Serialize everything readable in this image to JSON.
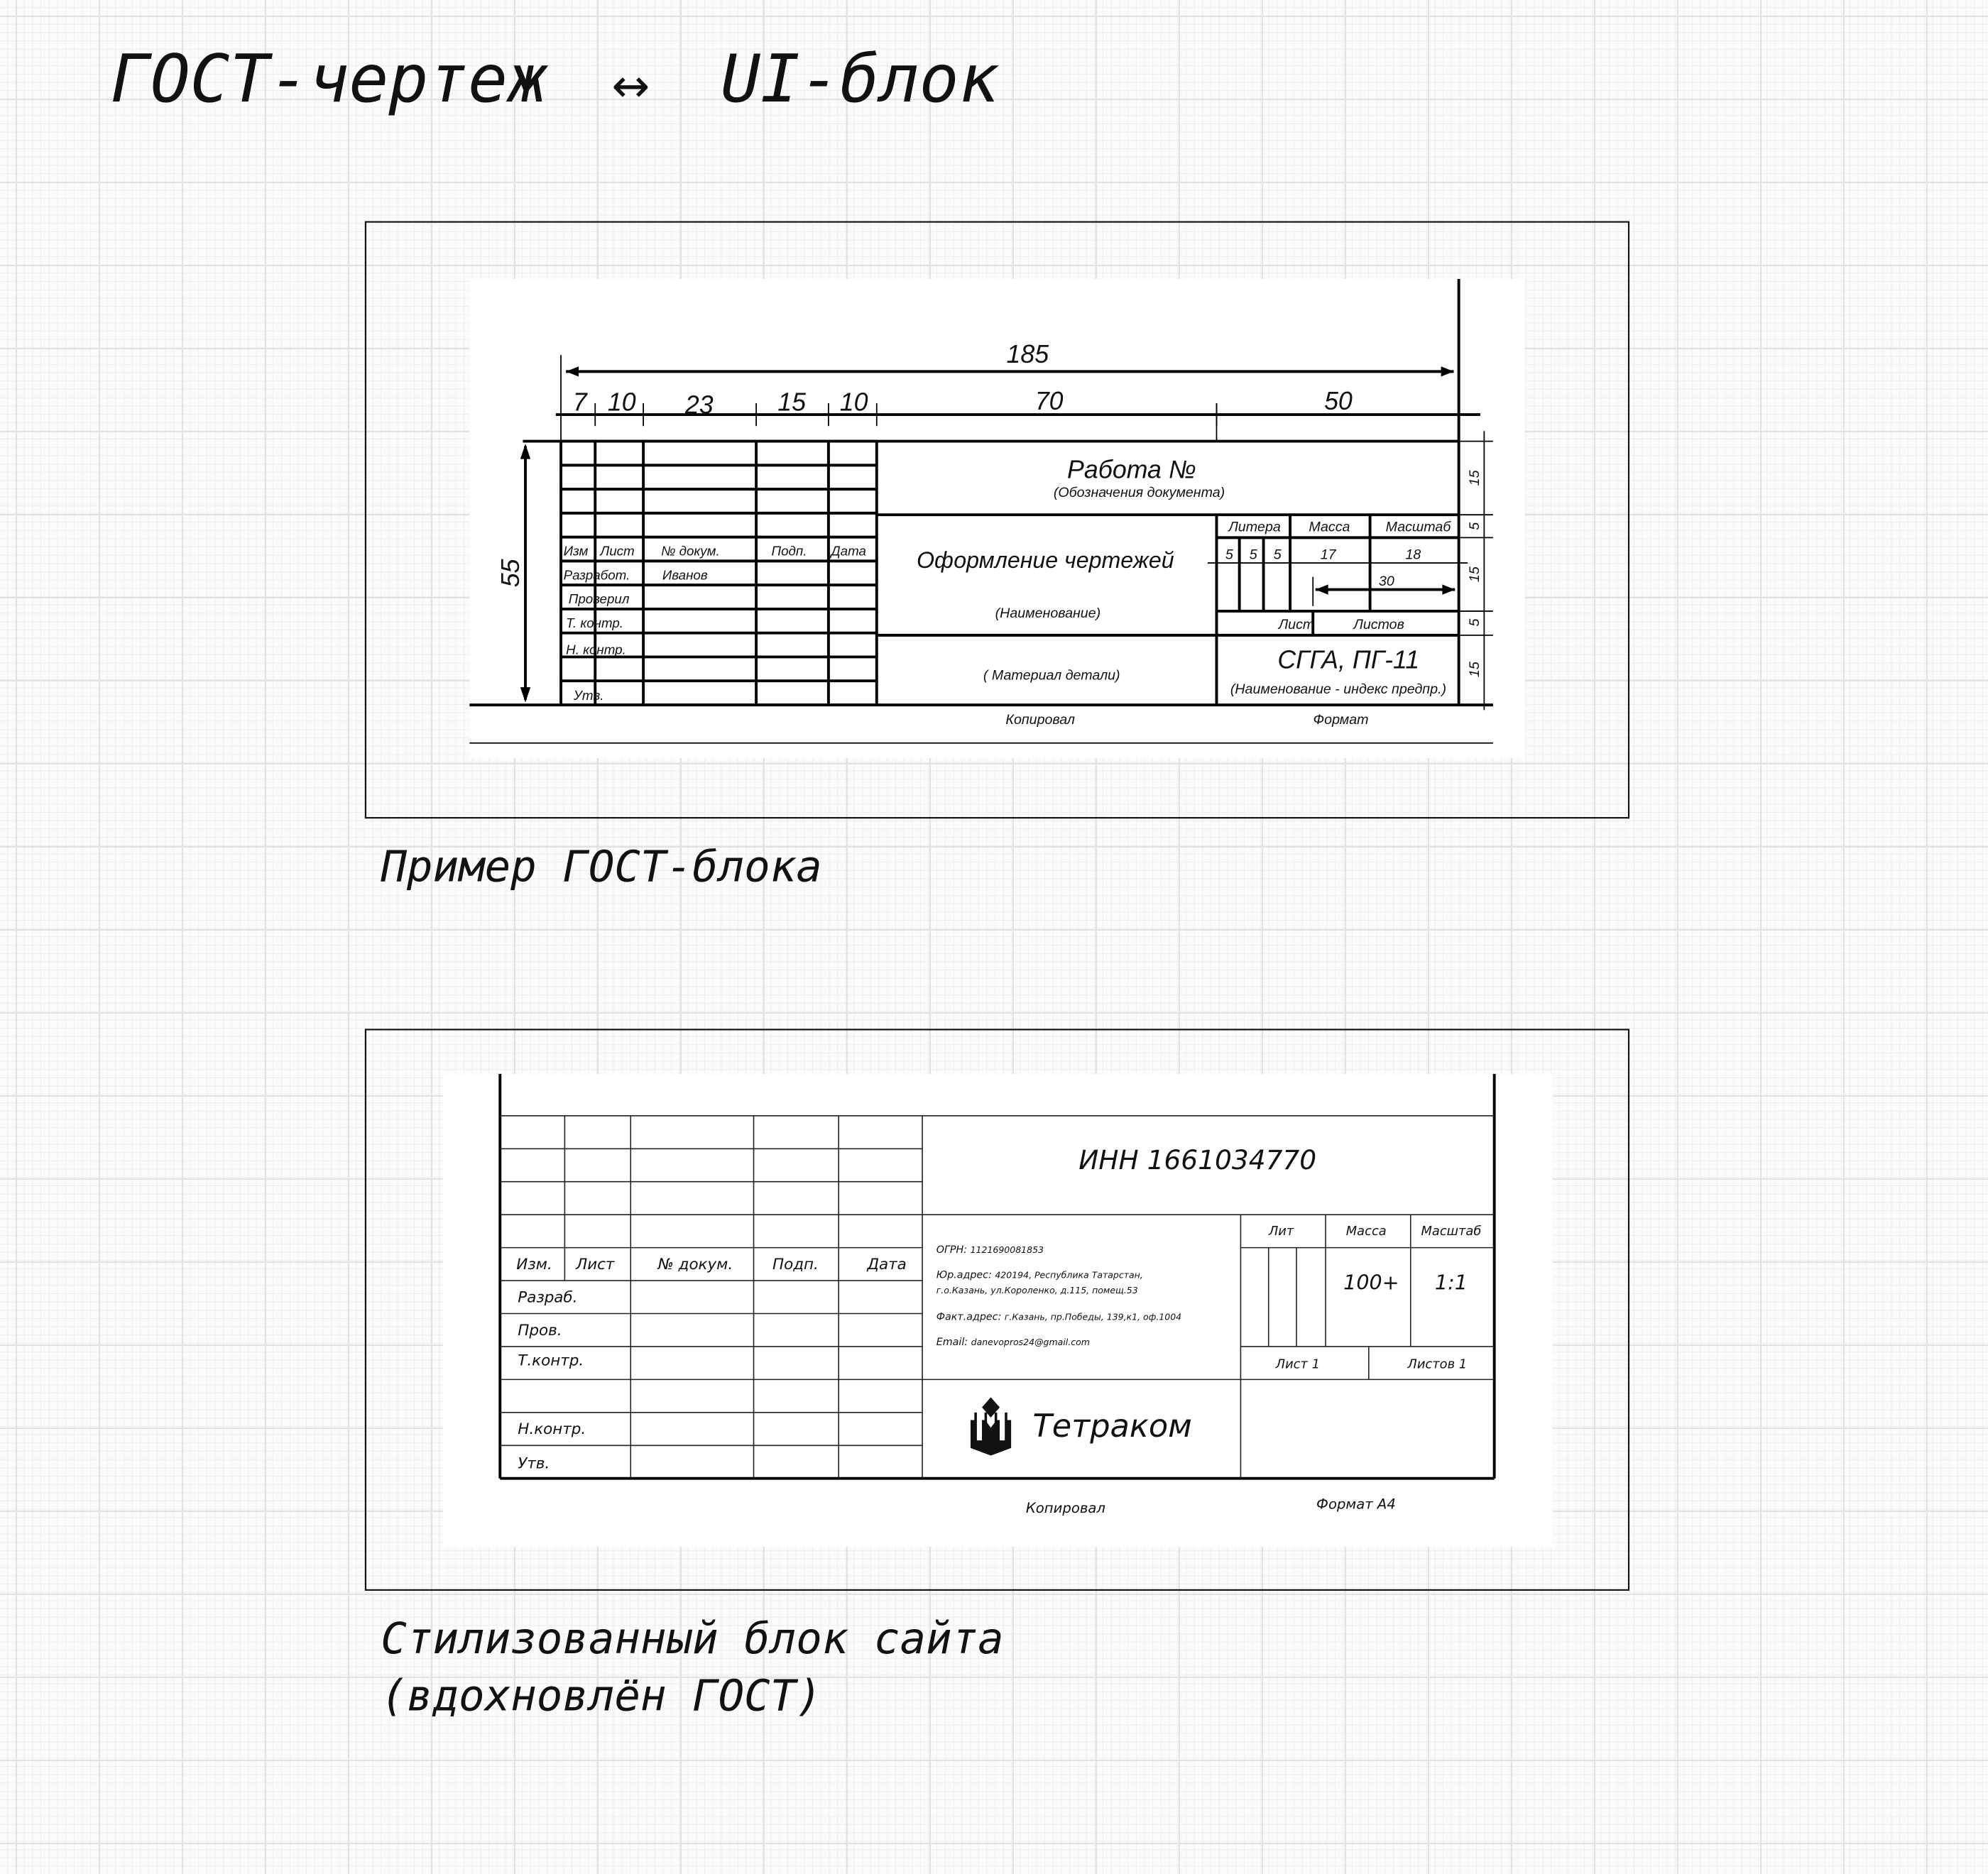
{
  "header": {
    "title_left": "ГОСТ-чертеж",
    "arrow": "↔",
    "title_right": "UI-блок"
  },
  "gost_example": {
    "caption": "Пример ГОСТ-блока",
    "dims": {
      "total": "185",
      "cols": [
        "7",
        "10",
        "23",
        "15",
        "10",
        "70",
        "50"
      ],
      "height": "55",
      "rows_right": [
        "15",
        "5",
        "15",
        "5",
        "15"
      ],
      "sub": [
        "5",
        "5",
        "5",
        "17",
        "18"
      ],
      "width_30": "30"
    },
    "title": "Работа №",
    "title_sub": "(Обозначения документа)",
    "name": "Оформление чертежей",
    "name_sub": "(Наименование)",
    "material": "( Материал детали)",
    "org": "СГГА,  ПГ-11",
    "org_sub": "(Наименование - индекс предпр.)",
    "headers": [
      "Изм",
      "Лист",
      "№ докум.",
      "Подп.",
      "Дата"
    ],
    "roles": [
      "Разработ.",
      "Проверил",
      "Т. контр.",
      "Н. контр.",
      "Утв."
    ],
    "developer": "Иванов",
    "litera": "Литера",
    "mass": "Масса",
    "scale": "Масштаб",
    "sheet": "Лист",
    "sheets": "Листов",
    "copied": "Копировал",
    "format": "Формат"
  },
  "site_block": {
    "caption_line1": "Стилизованный блок сайта",
    "caption_line2": "(вдохновлён ГОСТ)",
    "inn": "ИНН  1661034770",
    "ogrn_label": "ОГРН:",
    "ogrn": "1121690081853",
    "legal_label": "Юр.адрес:",
    "legal_1": "420194,  Республика  Татарстан,",
    "legal_2": "г.о.Казань,    ул.Короленко,  д.115,  помещ.53",
    "actual_label": "Факт.адрес:",
    "actual": "г.Казань,  пр.Победы,  139,к1,  оф.1004",
    "email_label": "Email:",
    "email": "danevopros24@gmail.com",
    "headers": [
      "Изм.",
      "Лист",
      "№  докум.",
      "Подп.",
      "Дата"
    ],
    "roles": [
      "Разраб.",
      "Пров.",
      "Т.контр.",
      "Н.контр.",
      "Утв."
    ],
    "lit": "Лит",
    "mass": "Масса",
    "scale": "Масштаб",
    "mass_value": "100+",
    "scale_value": "1:1",
    "sheet": "Лист  1",
    "sheets": "Листов  1",
    "company": "Тетраком",
    "copied": "Копировал",
    "format": "Формат  А4"
  }
}
